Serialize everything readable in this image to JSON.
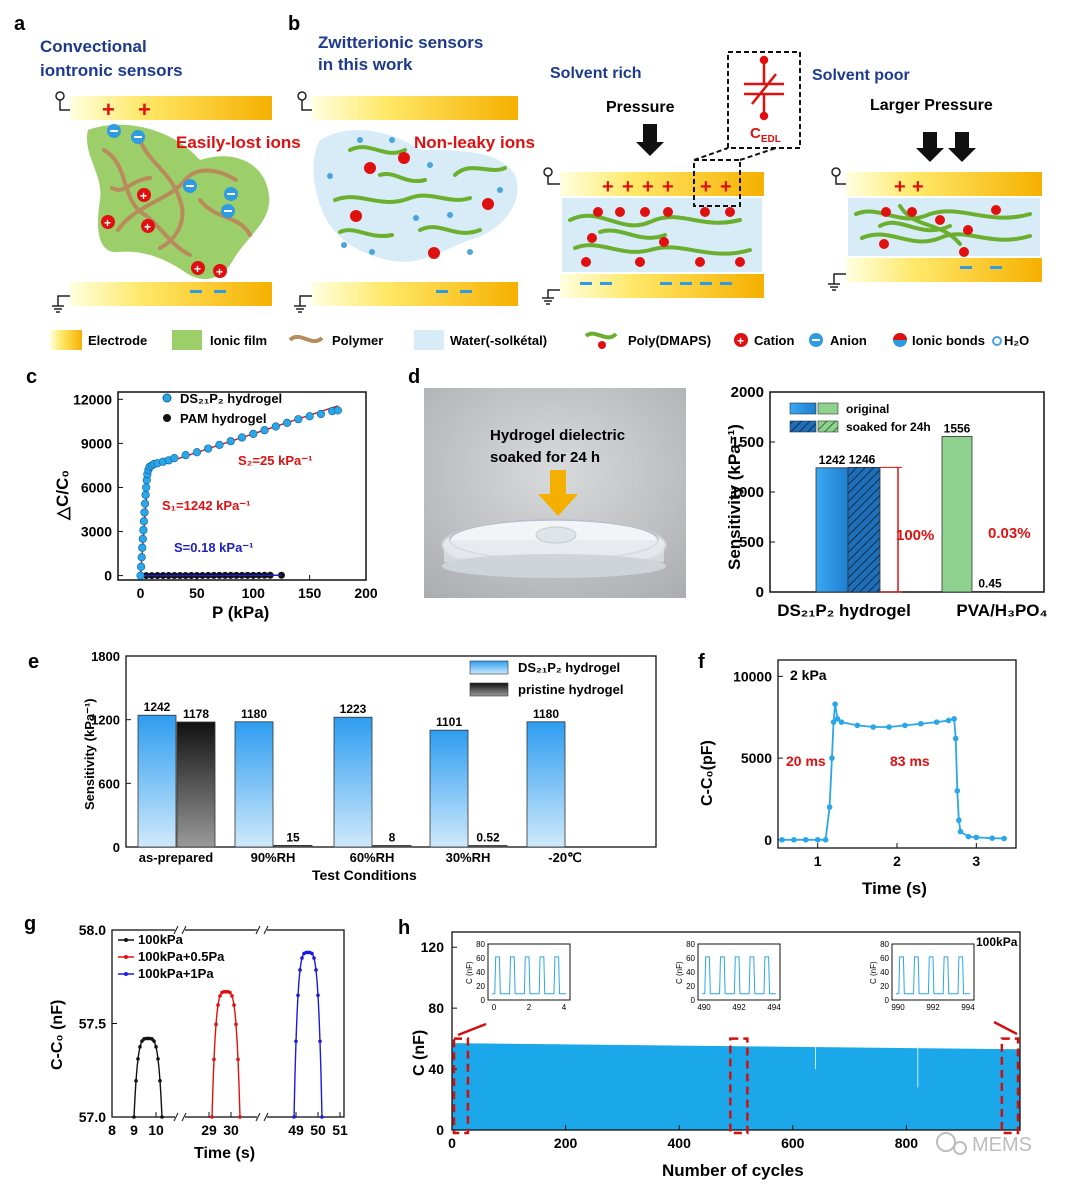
{
  "panels": {
    "a": {
      "letter": "a",
      "title1": "Convectional",
      "title2": "iontronic sensors",
      "note": "Easily-lost ions",
      "pos": "+",
      "neg": "−"
    },
    "b": {
      "letter": "b",
      "title1": "Zwitterionic sensors",
      "title2": "in this work",
      "note": "Non-leaky ions",
      "solvent_rich": "Solvent rich",
      "solvent_poor": "Solvent poor",
      "pressure": "Pressure",
      "larger_pressure": "Larger Pressure",
      "cedl": "C",
      "cedl_sub": "EDL"
    },
    "legend": [
      {
        "icon": "electrode",
        "label": "Electrode"
      },
      {
        "icon": "ionic-film",
        "label": "Ionic film"
      },
      {
        "icon": "polymer",
        "label": "Polymer"
      },
      {
        "icon": "water",
        "label": "Water(-solkétal)"
      },
      {
        "icon": "polydmaps",
        "label": "Poly(DMAPS)"
      },
      {
        "icon": "cation",
        "label": "Cation"
      },
      {
        "icon": "anion",
        "label": "Anion"
      },
      {
        "icon": "ionic-bond",
        "label": "Ionic bonds"
      },
      {
        "icon": "h2o",
        "label": "H₂O"
      }
    ],
    "c": {
      "letter": "c",
      "ylabel": "△C/C₀",
      "xlabel": "P (kPa)",
      "legend1": "DS₂₁P₂ hydrogel",
      "legend2": "PAM hydrogel",
      "s2": "S₂=25 kPa⁻¹",
      "s1": "S₁=1242 kPa⁻¹",
      "s0": "S=0.18 kPa⁻¹"
    },
    "d": {
      "letter": "d",
      "photo_text1": "Hydrogel dielectric",
      "photo_text2": "soaked for 24 h",
      "ylabel": "Sensitivity (kPa⁻¹)",
      "legend1": "original",
      "legend2": "soaked for 24h",
      "pct1": "100%",
      "pct2": "0.03%"
    },
    "e": {
      "letter": "e",
      "ylabel": "Sensitivity (kPa⁻¹)",
      "xlabel": "Test Conditions",
      "legend1": "DS₂₁P₂ hydrogel",
      "legend2": "pristine hydrogel"
    },
    "f": {
      "letter": "f",
      "ylabel": "C-C₀(pF)",
      "xlabel": "Time (s)",
      "label_p": "2 kPa",
      "t1": "20 ms",
      "t2": "83 ms"
    },
    "g": {
      "letter": "g",
      "ylabel": "C-C₀ (nF)",
      "xlabel": "Time (s)"
    },
    "h": {
      "letter": "h",
      "ylabel": "C (nF)",
      "xlabel": "Number of cycles",
      "label_p": "100kPa",
      "inset_ylabel": "C (nF)"
    }
  },
  "chart_data": [
    {
      "id": "c",
      "type": "scatter",
      "xlim": [
        -20,
        200
      ],
      "ylim": [
        -300,
        12500
      ],
      "xticks": [
        0,
        50,
        100,
        150,
        200
      ],
      "yticks": [
        0,
        3000,
        6000,
        9000,
        12000
      ],
      "series": [
        {
          "name": "DS₂₁P₂ hydrogel",
          "color": "#2aa7e8",
          "x": [
            0,
            0.5,
            1,
            1.5,
            2,
            2.5,
            3,
            3.5,
            4,
            4.5,
            5,
            5.5,
            6,
            7,
            8,
            10,
            12,
            15,
            20,
            25,
            30,
            40,
            50,
            60,
            70,
            80,
            90,
            100,
            110,
            120,
            130,
            140,
            150,
            160,
            170,
            175
          ],
          "y": [
            0,
            600,
            1250,
            1900,
            2500,
            3100,
            3700,
            4300,
            4900,
            5500,
            6000,
            6500,
            6900,
            7200,
            7400,
            7500,
            7600,
            7650,
            7750,
            7850,
            8000,
            8200,
            8400,
            8650,
            8900,
            9150,
            9400,
            9650,
            9900,
            10150,
            10400,
            10650,
            10850,
            11000,
            11200,
            11250
          ]
        },
        {
          "name": "PAM hydrogel",
          "color": "#111111",
          "x": [
            0,
            5,
            10,
            15,
            20,
            25,
            30,
            35,
            40,
            45,
            50,
            55,
            60,
            65,
            70,
            75,
            80,
            85,
            90,
            95,
            100,
            105,
            110,
            115,
            125
          ],
          "y": [
            0,
            1,
            2,
            3,
            4,
            5,
            5,
            6,
            7,
            8,
            9,
            10,
            11,
            12,
            13,
            13,
            14,
            15,
            16,
            17,
            18,
            19,
            20,
            21,
            22
          ]
        }
      ]
    },
    {
      "id": "d",
      "type": "bar",
      "ylim": [
        0,
        2000
      ],
      "yticks": [
        0,
        500,
        1000,
        1500,
        2000
      ],
      "categories": [
        "DS₂₁P₂ hydrogel",
        "PVA/H₃PO₄"
      ],
      "series": [
        {
          "name": "original",
          "values": [
            1242,
            1556
          ]
        },
        {
          "name": "soaked for 24h",
          "values": [
            1246,
            0.45
          ]
        }
      ],
      "value_labels": [
        "1242",
        "1246",
        "1556",
        "0.45"
      ]
    },
    {
      "id": "e",
      "type": "bar",
      "ylim": [
        0,
        1800
      ],
      "yticks": [
        0,
        600,
        1200,
        1800
      ],
      "categories": [
        "as-prepared",
        "90%RH",
        "60%RH",
        "30%RH",
        "-20℃"
      ],
      "series": [
        {
          "name": "DS₂₁P₂ hydrogel",
          "values": [
            1242,
            1180,
            1223,
            1101,
            1180
          ]
        },
        {
          "name": "pristine hydrogel",
          "values": [
            1178,
            15,
            8,
            0.52,
            null
          ]
        }
      ],
      "value_labels": [
        "1242",
        "1178",
        "1180",
        "15",
        "1223",
        "8",
        "1101",
        "0.52",
        "1180"
      ]
    },
    {
      "id": "f",
      "type": "line",
      "xlim": [
        0.5,
        3.5
      ],
      "ylim": [
        -500,
        11000
      ],
      "xticks": [
        1,
        2,
        3
      ],
      "yticks": [
        0,
        5000,
        10000
      ],
      "x": [
        0.55,
        0.7,
        0.85,
        1.0,
        1.1,
        1.15,
        1.18,
        1.2,
        1.22,
        1.25,
        1.3,
        1.5,
        1.7,
        1.9,
        2.1,
        2.3,
        2.5,
        2.65,
        2.72,
        2.74,
        2.76,
        2.78,
        2.8,
        2.9,
        3.0,
        3.2,
        3.35
      ],
      "y": [
        0,
        0,
        0,
        0,
        0,
        2000,
        5000,
        7200,
        8300,
        7400,
        7200,
        7000,
        6900,
        6900,
        7000,
        7100,
        7200,
        7300,
        7400,
        6200,
        3000,
        1200,
        500,
        200,
        150,
        100,
        80
      ]
    },
    {
      "id": "g",
      "type": "line",
      "ylim": [
        57.0,
        58.0
      ],
      "yticks": [
        57.0,
        57.5,
        58.0
      ],
      "xtick_labels": [
        "8",
        "9",
        "10",
        "29",
        "30",
        "49",
        "50",
        "51"
      ],
      "series": [
        {
          "name": "100kPa",
          "color": "#111111",
          "peak": 57.42
        },
        {
          "name": "100kPa+0.5Pa",
          "color": "#e01010",
          "peak": 57.67
        },
        {
          "name": "100kPa+1Pa",
          "color": "#1a1ae0",
          "peak": 57.88
        }
      ]
    },
    {
      "id": "h",
      "type": "area",
      "xlim": [
        0,
        1000
      ],
      "ylim": [
        0,
        130
      ],
      "xticks": [
        0,
        200,
        400,
        600,
        800,
        1000
      ],
      "yticks": [
        0,
        40,
        80,
        120
      ],
      "envelope_start": 57,
      "envelope_end": 53,
      "insets": [
        {
          "xticks": [
            "0",
            "2",
            "4"
          ],
          "yticks": [
            "0",
            "20",
            "40",
            "60",
            "80"
          ]
        },
        {
          "xticks": [
            "490",
            "492",
            "494"
          ],
          "yticks": [
            "0",
            "20",
            "40",
            "60",
            "80"
          ]
        },
        {
          "xticks": [
            "990",
            "992",
            "994"
          ],
          "yticks": [
            "0",
            "20",
            "40",
            "60",
            "80"
          ]
        }
      ]
    }
  ],
  "watermark": "MEMS"
}
